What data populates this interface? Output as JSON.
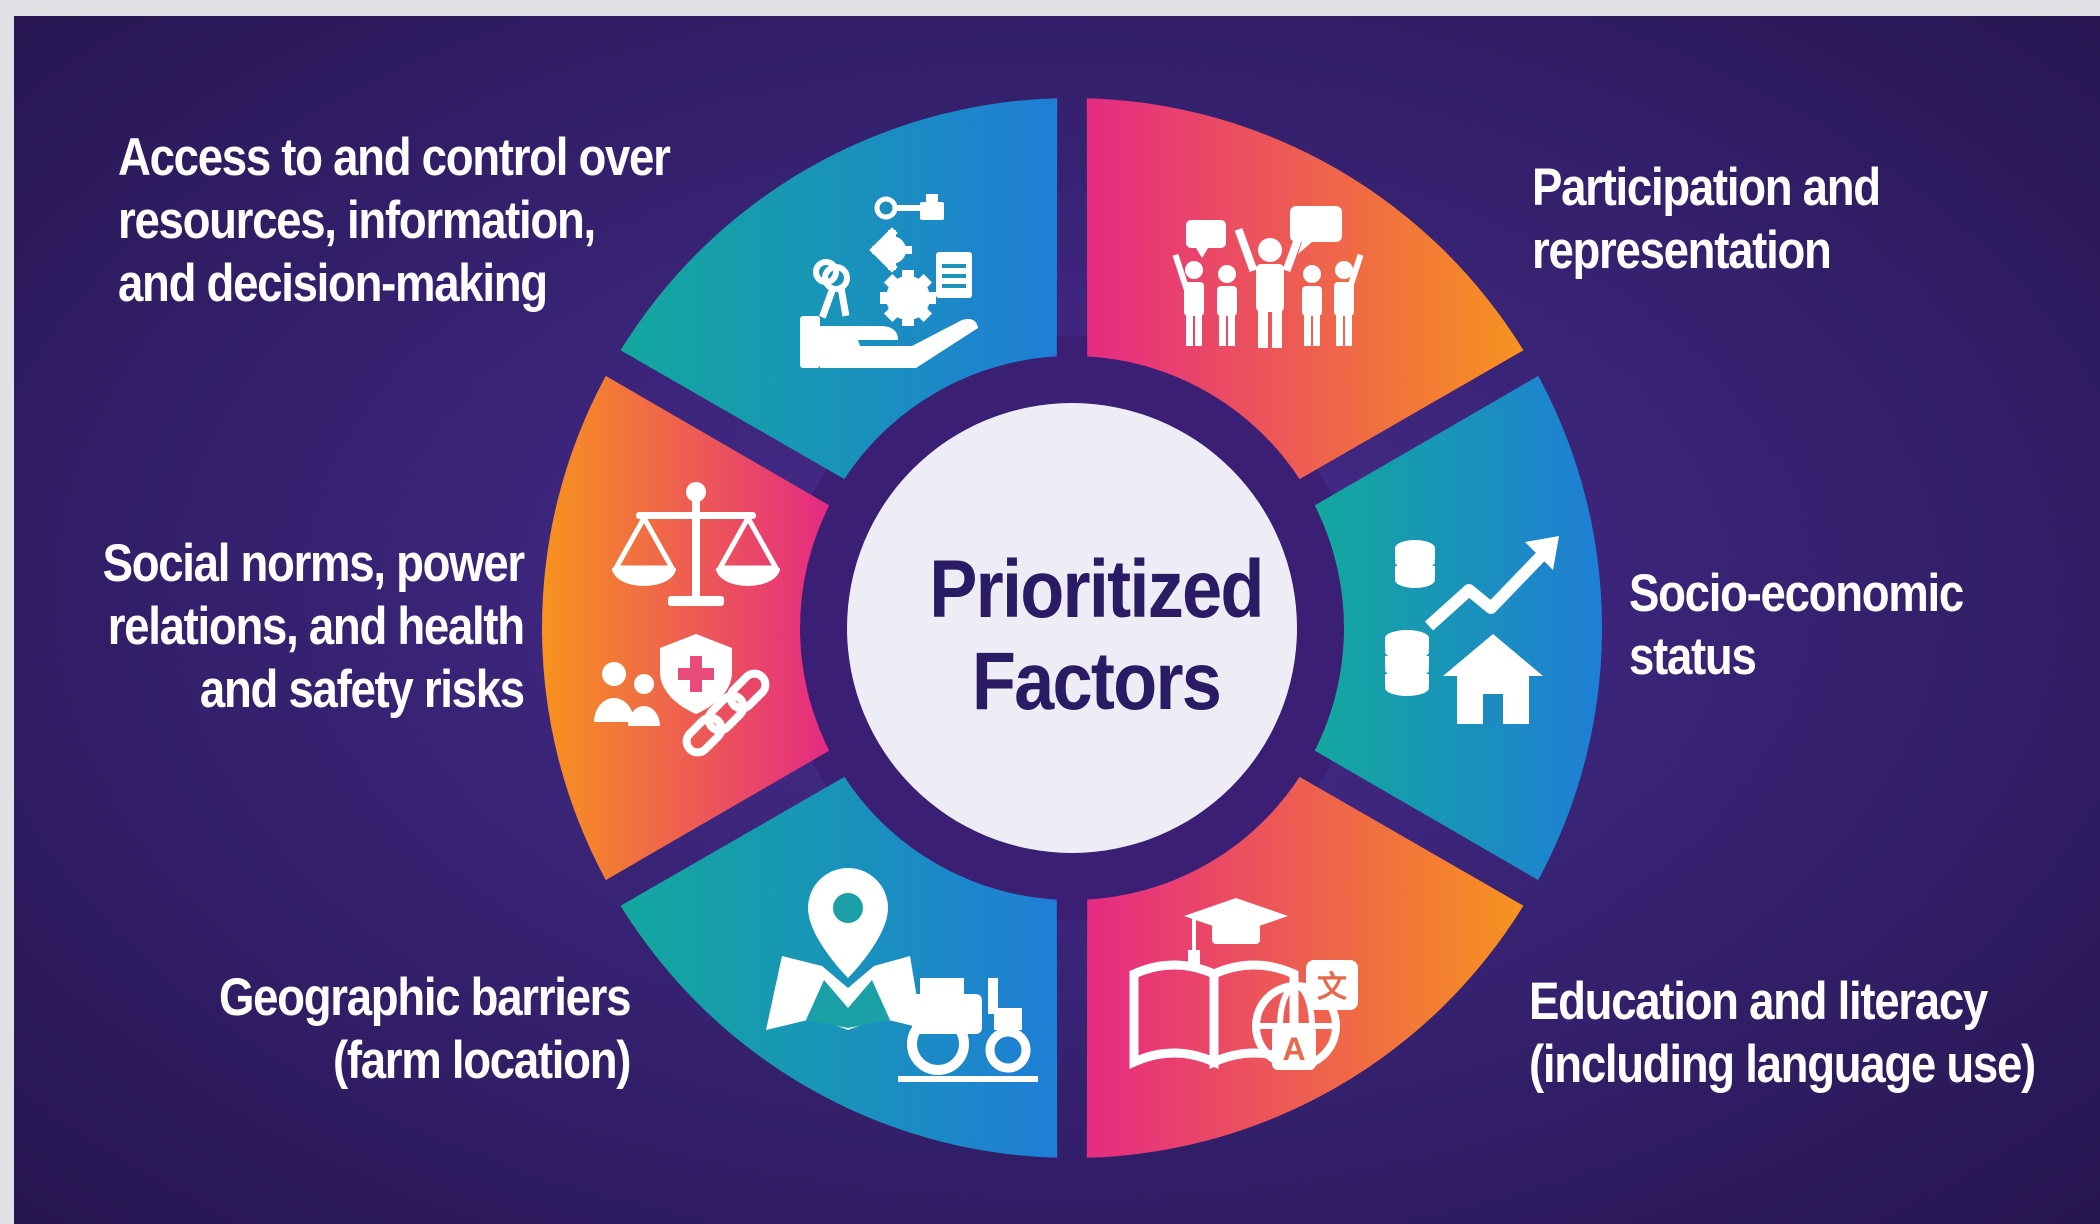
{
  "center": {
    "title_line1": "Prioritized",
    "title_line2": "Factors"
  },
  "factors": [
    {
      "lines": [
        "Participation and",
        "representation"
      ],
      "icon": "people-group-speech-icon",
      "segment_gradient": [
        "#e52a83",
        "#f7931e"
      ]
    },
    {
      "lines": [
        "Socio-economic",
        "status"
      ],
      "icon": "coins-growth-house-icon",
      "segment_gradient": [
        "#12a3a0",
        "#1f7ed6"
      ]
    },
    {
      "lines": [
        "Education and literacy",
        "(including language use)"
      ],
      "icon": "book-graduation-language-icon",
      "segment_gradient": [
        "#e52a83",
        "#f7931e"
      ]
    },
    {
      "lines": [
        "Geographic barriers",
        "(farm location)"
      ],
      "icon": "map-pin-tractor-icon",
      "segment_gradient": [
        "#12a3a0",
        "#1f7ed6"
      ]
    },
    {
      "lines": [
        "Social norms, power",
        "relations, and health",
        "and safety risks"
      ],
      "icon": "scales-shield-chain-icon",
      "segment_gradient": [
        "#e52a83",
        "#f7931e"
      ]
    },
    {
      "lines": [
        "Access to and control over",
        "resources, information,",
        "and decision-making"
      ],
      "icon": "hand-keys-gears-document-icon",
      "segment_gradient": [
        "#12a3a0",
        "#1f7ed6"
      ]
    }
  ],
  "colors": {
    "background": "#2f1d6a",
    "center_fill": "#eeecf4",
    "center_text": "#2b1a64",
    "ring_dark": "#3a1f74"
  }
}
